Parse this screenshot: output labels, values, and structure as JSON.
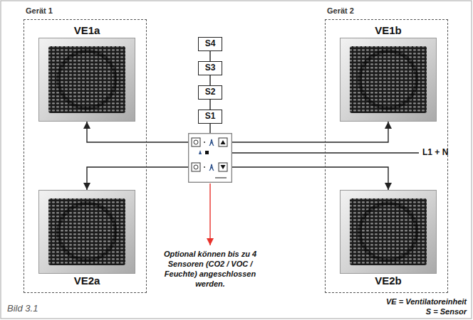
{
  "diagram": {
    "caption": "Bild 3.1",
    "nodes": [
      {
        "text": [
          "Gerät 1"
        ]
      },
      {
        "text": [
          "VE1a"
        ],
        "in": 0
      },
      {
        "text": [
          "VE2a"
        ],
        "in": 0
      },
      {
        "text": [
          "Gerät 2"
        ]
      },
      {
        "text": [
          "VE1b"
        ],
        "in": 3
      },
      {
        "text": [
          "VE2b"
        ],
        "in": 3
      },
      {
        "text": [
          "S4"
        ]
      },
      {
        "text": [
          "S3"
        ]
      },
      {
        "text": [
          "S2"
        ]
      },
      {
        "text": [
          "S1"
        ]
      },
      {
        "text": []
      }
    ],
    "edges": [
      {
        "from": 6,
        "to": 7,
        "arrow": "none"
      },
      {
        "from": 7,
        "to": 8,
        "arrow": "none"
      },
      {
        "from": 8,
        "to": 9,
        "arrow": "none"
      },
      {
        "from": 9,
        "to": 10,
        "arrow": "none"
      },
      {
        "from": 10,
        "to": 1,
        "arrow": "to"
      },
      {
        "from": 10,
        "to": 2,
        "arrow": "to"
      },
      {
        "from": 10,
        "to": 4,
        "arrow": "to"
      },
      {
        "from": 10,
        "to": 5,
        "arrow": "to"
      }
    ],
    "labels": [
      "L1 + N",
      "Optional können bis zu 4 Sensoren (CO2 / VOC / Feuchte) angeschlossen werden.",
      "VE = Ventilatoreinheit",
      "S = Sensor"
    ]
  }
}
